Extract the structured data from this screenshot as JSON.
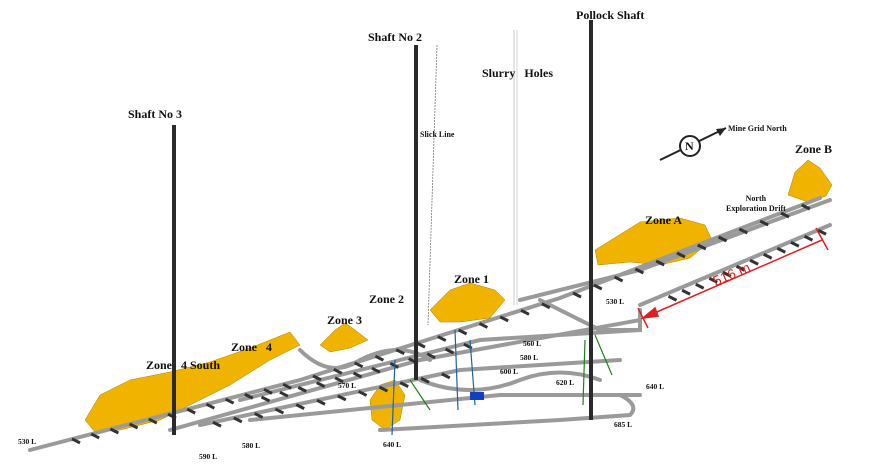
{
  "shafts": {
    "shaft3": "Shaft No 3",
    "shaft2": "Shaft No 2",
    "pollock": "Pollock Shaft",
    "slurry": "Slurry   Holes",
    "slick": "Slick Line"
  },
  "north": {
    "symbol": "N",
    "label": "Mine Grid North"
  },
  "zones": {
    "zone4south": "Zone   4 South",
    "zone4": "Zone   4",
    "zone3": "Zone 3",
    "zone2": "Zone 2",
    "zone1": "Zone 1",
    "zoneA": "Zone A",
    "zoneB": "Zone B"
  },
  "drift_line1": "North",
  "drift_line2": "Exploration Drift",
  "dimension": "516 m",
  "levels": {
    "l530_west": "530 L",
    "l590": "590 L",
    "l580_west": "580 L",
    "l570": "570 L",
    "l640_west": "640 L",
    "l530_east": "530 L",
    "l560": "560 L",
    "l580": "580 L",
    "l600": "600 L",
    "l620": "620 L",
    "l640_east": "640 L",
    "l685": "685 L"
  },
  "colors": {
    "ore": "#f0b400",
    "tunnel": "#9a9a9a",
    "shaft": "#2a2a2a",
    "dimension": "#e02020"
  }
}
